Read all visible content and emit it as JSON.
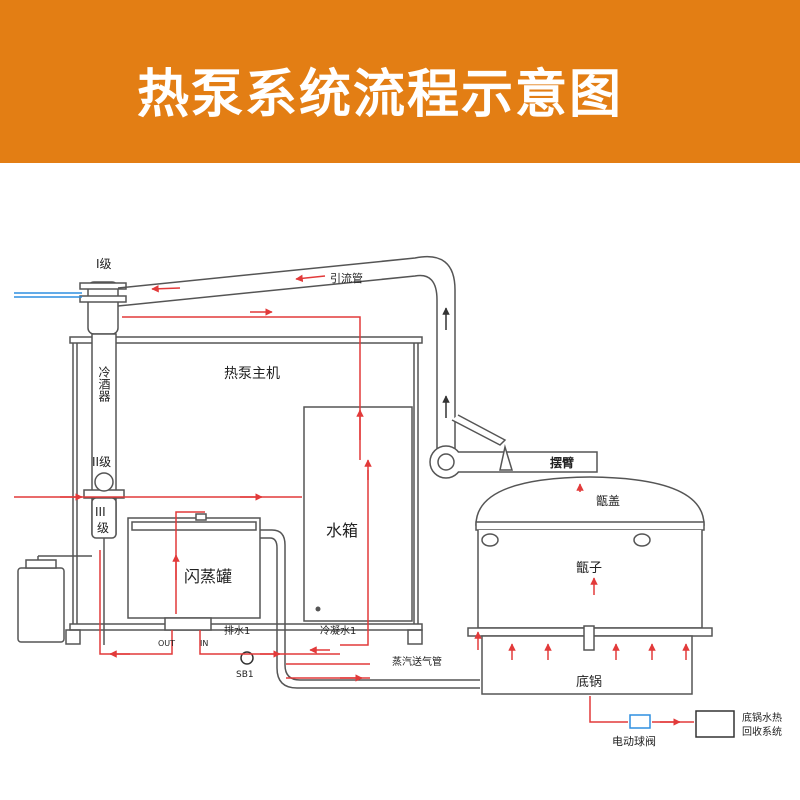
{
  "header": {
    "title": "热泵系统流程示意图"
  },
  "colors": {
    "banner": "#e37e14",
    "flow": "#e23a3a",
    "cooling": "#2f8fe0",
    "line": "#555555"
  },
  "labels": {
    "stage1": "I级",
    "stage2": "II级",
    "stage3": "III",
    "stage3b": "级",
    "condenser": "冷酒器",
    "return_pipe": "引流管",
    "heat_pump": "热泵主机",
    "water_tank": "水箱",
    "flash_tank": "闪蒸罐",
    "drain1": "排水1",
    "condensate1": "冷凝水1",
    "out": "OUT",
    "in": "IN",
    "pump": "SB1",
    "steam_pipe": "蒸汽送气管",
    "swing_arm": "摆臂",
    "lid": "甑盖",
    "retort": "甑子",
    "pot": "底锅",
    "valve": "电动球阀",
    "recovery1": "底锅水热",
    "recovery2": "回收系统"
  }
}
